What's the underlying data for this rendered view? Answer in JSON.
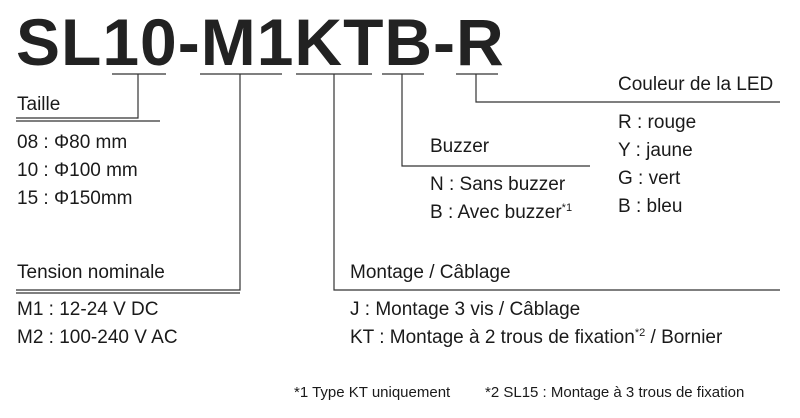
{
  "code": "SL10-M1KTB-R",
  "taille": {
    "title": "Taille",
    "items": [
      "08 : Φ80 mm",
      "10 : Φ100 mm",
      "15 : Φ150mm"
    ]
  },
  "tension": {
    "title": "Tension nominale",
    "items": [
      "M1 : 12-24 V DC",
      "M2 : 100-240 V AC"
    ]
  },
  "montage": {
    "title": "Montage / Câblage",
    "item1": "J : Montage 3 vis / Câblage",
    "item2_a": "KT : Montage à 2 trous de fixation",
    "item2_sup": "*2",
    "item2_b": " / Bornier"
  },
  "buzzer": {
    "title": "Buzzer",
    "item1": "N : Sans buzzer",
    "item2": "B : Avec buzzer",
    "item2_sup": "*1"
  },
  "led": {
    "title": "Couleur de la LED",
    "items": [
      "R : rouge",
      "Y : jaune",
      "G : vert",
      "B : bleu"
    ]
  },
  "footnotes": {
    "note1": "*1 Type KT uniquement",
    "note2": "*2 SL15 : Montage à 3 trous de fixation"
  }
}
